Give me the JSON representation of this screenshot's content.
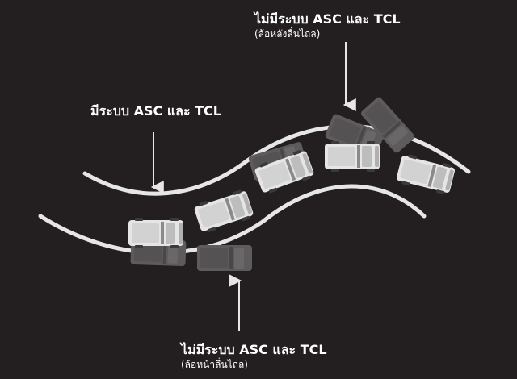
{
  "colors": {
    "background": "#231f20",
    "road": "#e6e6e6",
    "text": "#ffffff",
    "car_body": "#e5e5e5",
    "car_detail": "#8a8a8a",
    "ghost_car": "#5e5b5c"
  },
  "labels": {
    "top_main": "ไม่มีระบบ ASC และ TCL",
    "top_sub": "(ล้อหลังลื่นไถล)",
    "left_main": "มีระบบ ASC และ TCL",
    "bottom_main": "ไม่มีระบบ ASC และ TCL",
    "bottom_sub": "(ล้อหน้าลื่นไถล)"
  },
  "icons": {
    "arrow": "arrow-icon",
    "car": "pickup-truck-icon"
  }
}
